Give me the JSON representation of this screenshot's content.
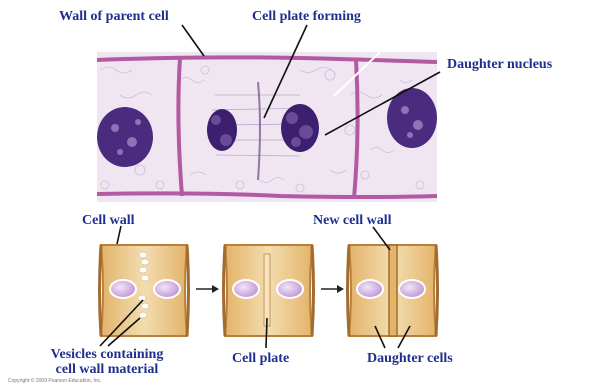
{
  "labels": {
    "wall_of_parent_cell": "Wall of parent cell",
    "cell_plate_forming": "Cell plate forming",
    "daughter_nucleus": "Daughter nucleus",
    "cell_wall": "Cell wall",
    "new_cell_wall": "New cell wall",
    "vesicles_line1": "Vesicles containing",
    "vesicles_line2": "cell wall material",
    "cell_plate": "Cell plate",
    "daughter_cells": "Daughter cells"
  },
  "copyright": "Copyright © 2009 Pearson Education, Inc.",
  "colors": {
    "label_text": "#1f2f8f",
    "micrograph_background": "#ece4f1",
    "cell_wall_stain": "#b35aa3",
    "chromatin": "#3c1f6e",
    "cell_wall_tan": "#d9a55a",
    "cytoplasm": "#f2d9a8",
    "nucleus_fill": "#c9a3dc"
  }
}
